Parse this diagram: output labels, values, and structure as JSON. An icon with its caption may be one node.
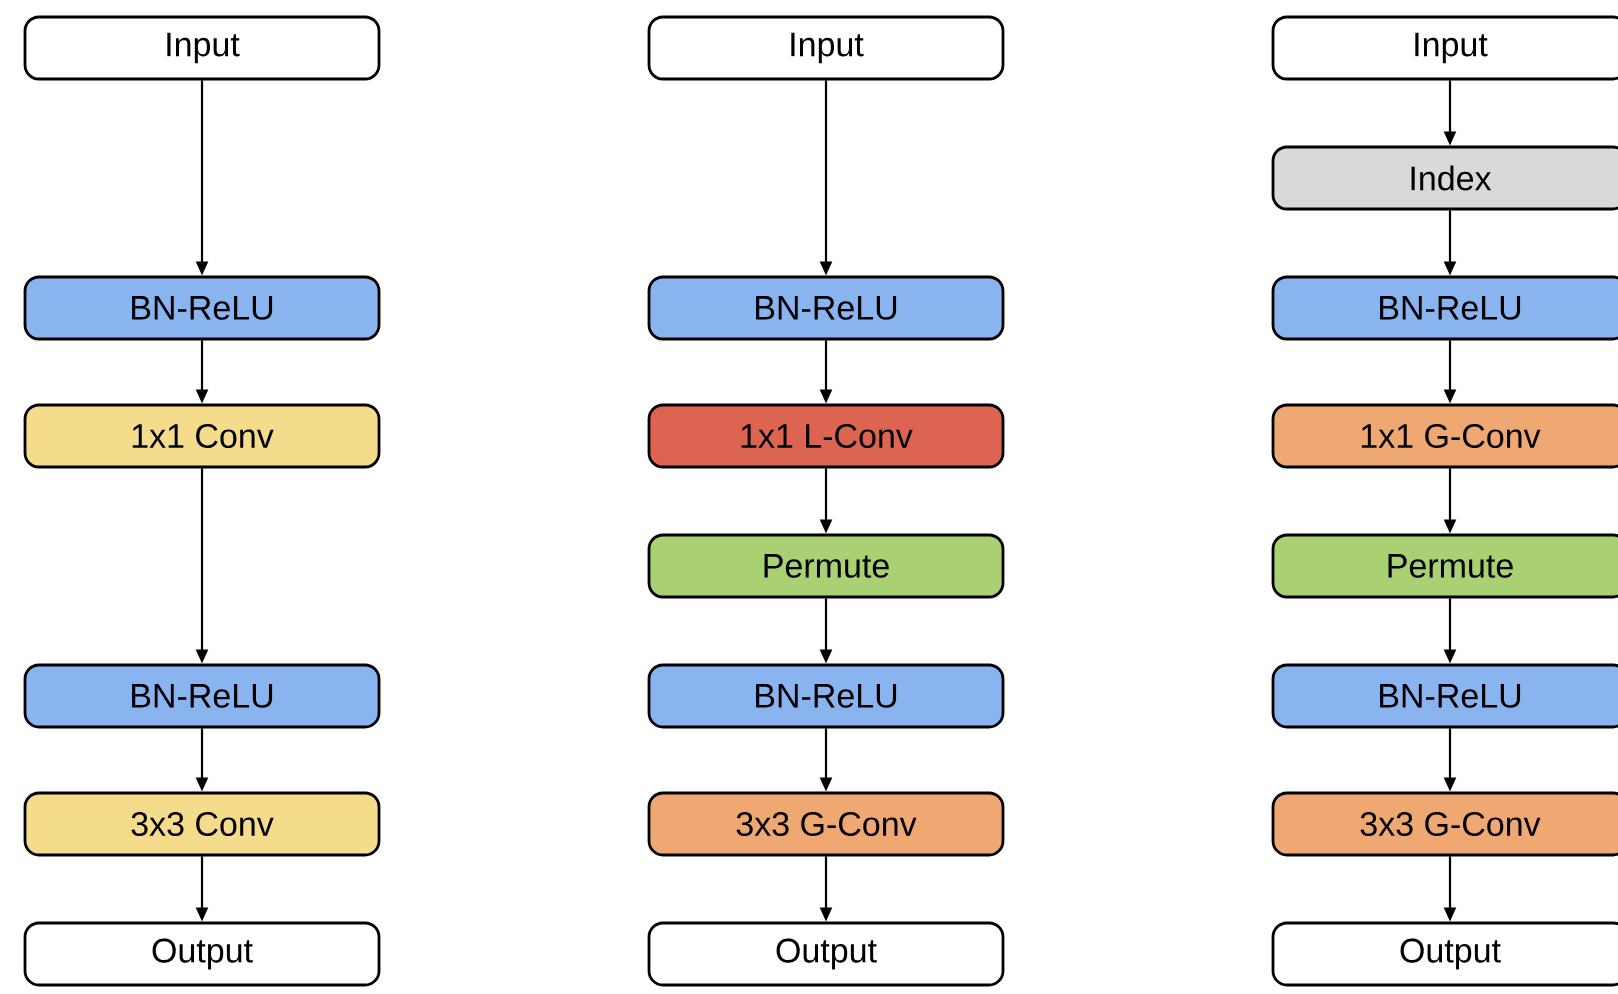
{
  "diagram": {
    "nodes": [
      {
        "text": [
          "Input"
        ]
      },
      {
        "text": [
          "BN-ReLU"
        ]
      },
      {
        "text": [
          "1x1 Conv"
        ]
      },
      {
        "text": [
          "BN-ReLU"
        ]
      },
      {
        "text": [
          "3x3 Conv"
        ]
      },
      {
        "text": [
          "Output"
        ]
      },
      {
        "text": [
          "Input"
        ]
      },
      {
        "text": [
          "BN-ReLU"
        ]
      },
      {
        "text": [
          "1x1 L-Conv"
        ]
      },
      {
        "text": [
          "Permute"
        ]
      },
      {
        "text": [
          "BN-ReLU"
        ]
      },
      {
        "text": [
          "3x3 G-Conv"
        ]
      },
      {
        "text": [
          "Output"
        ]
      },
      {
        "text": [
          "Input"
        ]
      },
      {
        "text": [
          "Index"
        ]
      },
      {
        "text": [
          "BN-ReLU"
        ]
      },
      {
        "text": [
          "1x1 G-Conv"
        ]
      },
      {
        "text": [
          "Permute"
        ]
      },
      {
        "text": [
          "BN-ReLU"
        ]
      },
      {
        "text": [
          "3x3 G-Conv"
        ]
      },
      {
        "text": [
          "Output"
        ]
      }
    ],
    "edges": [
      {
        "from": 0,
        "to": 1,
        "arrow": "to"
      },
      {
        "from": 1,
        "to": 2,
        "arrow": "to"
      },
      {
        "from": 2,
        "to": 3,
        "arrow": "to"
      },
      {
        "from": 3,
        "to": 4,
        "arrow": "to"
      },
      {
        "from": 4,
        "to": 5,
        "arrow": "to"
      },
      {
        "from": 6,
        "to": 7,
        "arrow": "to"
      },
      {
        "from": 7,
        "to": 8,
        "arrow": "to"
      },
      {
        "from": 8,
        "to": 9,
        "arrow": "to"
      },
      {
        "from": 9,
        "to": 10,
        "arrow": "to"
      },
      {
        "from": 10,
        "to": 11,
        "arrow": "to"
      },
      {
        "from": 11,
        "to": 12,
        "arrow": "to"
      },
      {
        "from": 13,
        "to": 14,
        "arrow": "to"
      },
      {
        "from": 14,
        "to": 15,
        "arrow": "to"
      },
      {
        "from": 15,
        "to": 16,
        "arrow": "to"
      },
      {
        "from": 16,
        "to": 17,
        "arrow": "to"
      },
      {
        "from": 17,
        "to": 18,
        "arrow": "to"
      },
      {
        "from": 18,
        "to": 19,
        "arrow": "to"
      },
      {
        "from": 19,
        "to": 20,
        "arrow": "to"
      }
    ]
  }
}
